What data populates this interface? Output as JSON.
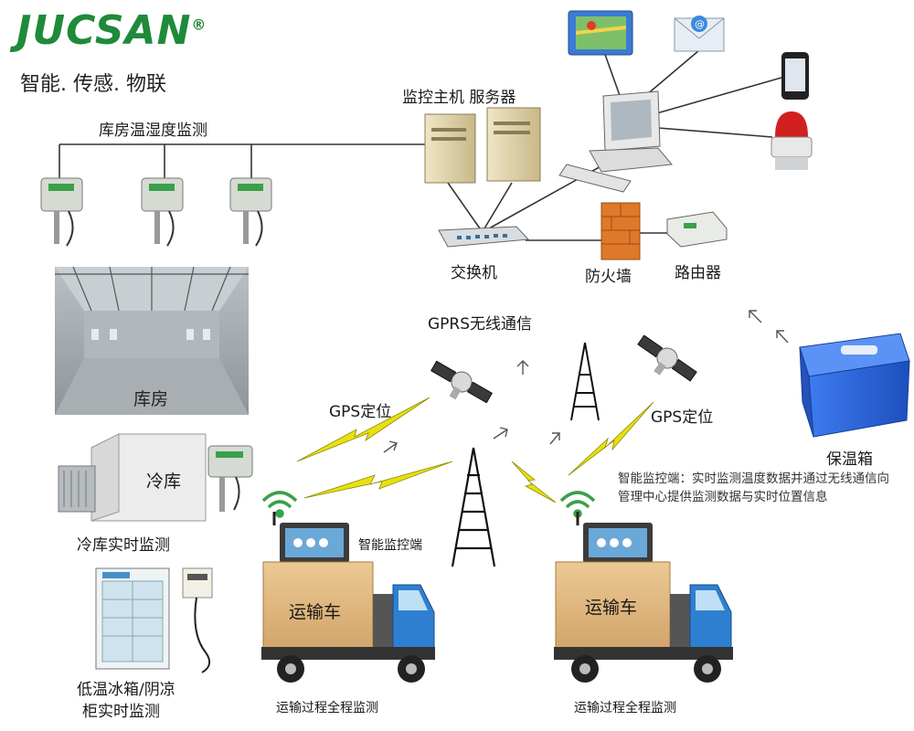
{
  "brand": {
    "logo_text": "JUCSAN",
    "registered_mark": "®",
    "tagline": "智能. 传感. 物联"
  },
  "labels": {
    "warehouse_monitoring": "库房温湿度监测",
    "host_server": "监控主机  服务器",
    "switch": "交换机",
    "firewall": "防火墙",
    "router": "路由器",
    "gprs": "GPRS无线通信",
    "warehouse": "库房",
    "cold_storage": "冷库",
    "cold_storage_monitoring": "冷库实时监测",
    "gps_left": "GPS定位",
    "gps_right": "GPS定位",
    "smart_terminal": "智能监控端",
    "terminal_description": "智能监控端：实时监测温度数据并通过无线通信向管理中心提供监测数据与实时位置信息",
    "insulated_box": "保温箱",
    "fridge_monitoring_line1": "低温冰箱/阴凉",
    "fridge_monitoring_line2": "柜实时监测",
    "truck_left_label": "运输车",
    "truck_right_label": "运输车",
    "transport_left": "运输过程全程监测",
    "transport_right": "运输过程全程监测"
  },
  "colors": {
    "brand_green": "#1f8a3a",
    "lightning_yellow": "#e8e010",
    "truck_blue": "#2f7fd0",
    "box_tan": "#e0b882",
    "cooler_blue": "#2a63d8",
    "firewall_orange": "#e0782a"
  }
}
